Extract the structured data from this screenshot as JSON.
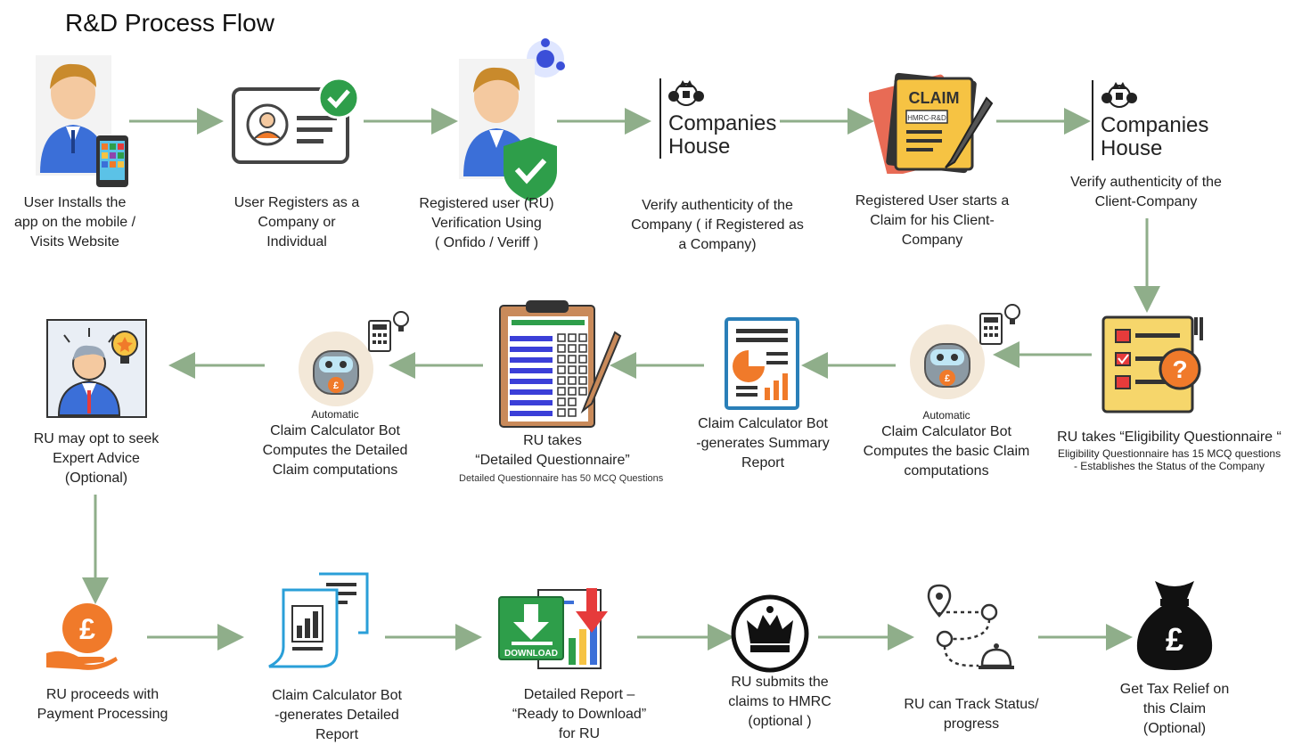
{
  "title": "R&D Process Flow",
  "brand": {
    "companies_house": "Companies\nHouse"
  },
  "icon_labels": {
    "claim": "CLAIM",
    "hmrc": "HMRC-R&D",
    "download": "DOWNLOAD",
    "pound": "£"
  },
  "steps": {
    "install": "User Installs the\napp on the mobile /\nVisits Website",
    "register": "User Registers as a\nCompany or\nIndividual",
    "verify_user": "Registered user (RU)\nVerification Using\n( Onfido / Veriff )",
    "verify_company": "Verify authenticity of the\nCompany  ( if Registered as\na Company)",
    "start_claim": "Registered User starts a\nClaim for his Client-\nCompany",
    "verify_client": "Verify authenticity of the\nClient-Company",
    "eligibility": "RU takes  “Eligibility Questionnaire “",
    "eligibility_note": "Eligibility Questionnaire has 15  MCQ questions\n- Establishes the Status of the Company",
    "basic_auto": "Automatic",
    "basic_calc": "Claim Calculator Bot\nComputes the basic Claim\ncomputations",
    "summary": "Claim Calculator Bot\n-generates Summary\nReport",
    "detailed_q": "RU takes\n“Detailed Questionnaire”",
    "detailed_q_note": "Detailed Questionnaire has 50 MCQ Questions",
    "detailed_auto": "Automatic",
    "detailed_calc": "Claim Calculator Bot\nComputes the Detailed\nClaim computations",
    "expert": "RU may opt to seek\nExpert Advice\n(Optional)",
    "payment": "RU proceeds with\nPayment Processing",
    "detailed_report": "Claim Calculator Bot\n-generates Detailed\nReport",
    "download": "Detailed Report –\n“Ready to Download”\nfor RU",
    "submit": "RU submits the\nclaims to HMRC\n(optional )",
    "track": "RU can Track Status/\nprogress",
    "relief": "Get Tax Relief on\nthis Claim\n(Optional)"
  },
  "colors": {
    "arrow": "#8fae8a",
    "accent_blue": "#3b6fd8",
    "green": "#2e9e4a",
    "orange": "#f07a2a"
  }
}
